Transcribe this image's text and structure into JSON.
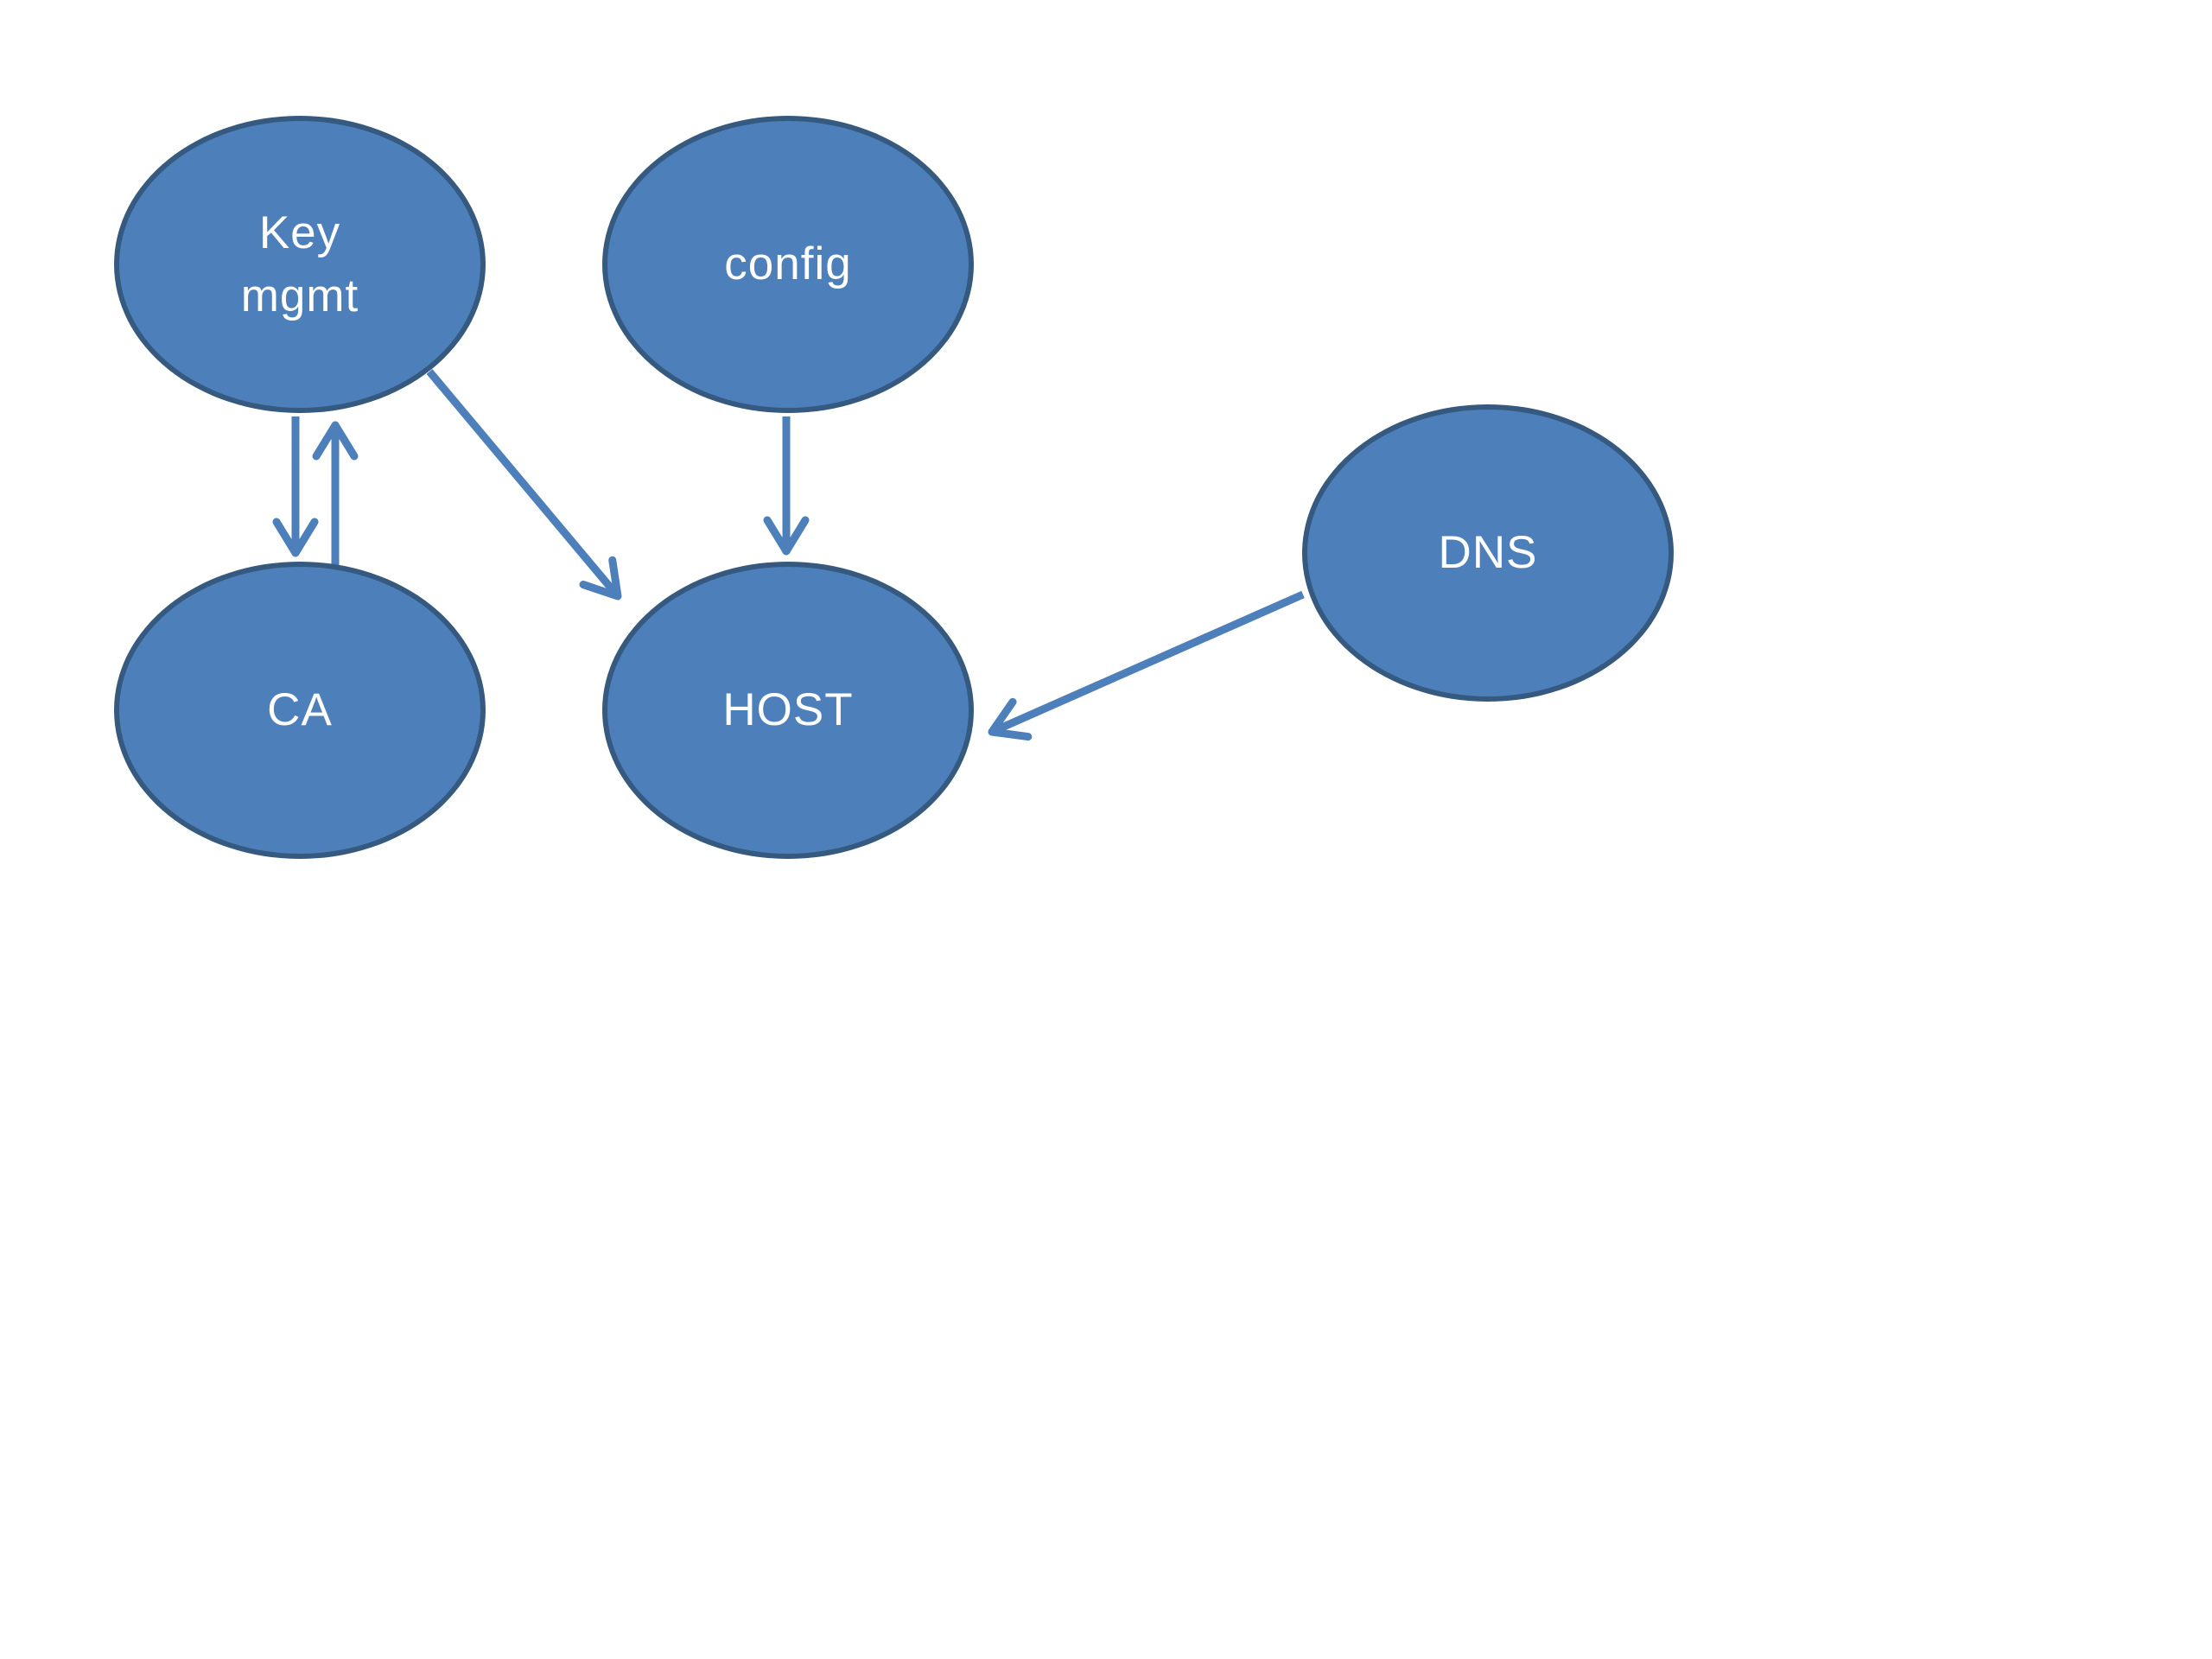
{
  "diagram": {
    "title": "",
    "nodes": [
      {
        "id": "key-mgmt",
        "label": "Key\nmgmt"
      },
      {
        "id": "config",
        "label": "config"
      },
      {
        "id": "dns",
        "label": "DNS"
      },
      {
        "id": "ca",
        "label": "CA"
      },
      {
        "id": "host",
        "label": "HOST"
      }
    ],
    "edges": [
      {
        "from": "key-mgmt",
        "to": "ca",
        "direction": "one-way"
      },
      {
        "from": "ca",
        "to": "key-mgmt",
        "direction": "one-way"
      },
      {
        "from": "key-mgmt",
        "to": "host",
        "direction": "one-way"
      },
      {
        "from": "config",
        "to": "host",
        "direction": "one-way"
      },
      {
        "from": "dns",
        "to": "host",
        "direction": "one-way"
      }
    ],
    "colors": {
      "node_fill": "#4d7fba",
      "node_border": "#35597f",
      "arrow": "#4d7fba",
      "label_text": "#ffffff",
      "background": "#ffffff"
    }
  }
}
